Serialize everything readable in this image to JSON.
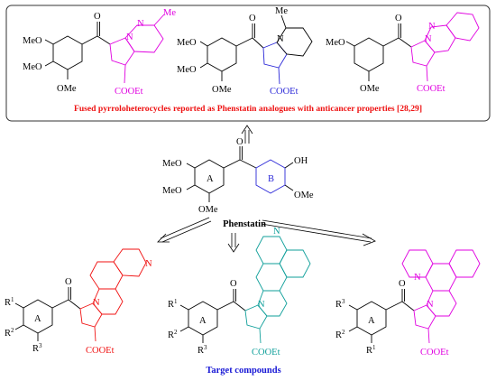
{
  "colors": {
    "magenta": "#e000e0",
    "blue": "#2a27d8",
    "red": "#f01212",
    "teal": "#0f9f9a",
    "caption_red": "#ee1111",
    "caption_blue": "#1a1ad6"
  },
  "top_box": {
    "caption": "Fused pyrroloheterocycles reported as Phenstatin analogues with anticancer properties [28,29]",
    "compound1": {
      "ome1": "MeO",
      "ome2": "MeO",
      "ome3": "OMe",
      "o": "O",
      "n": "N",
      "n2": "N",
      "me": "Me",
      "ester": "COOEt"
    },
    "compound2": {
      "ome1": "MeO",
      "ome2": "MeO",
      "ome3": "OMe",
      "o": "O",
      "n": "N",
      "me": "Me",
      "ester": "COOEt"
    },
    "compound3": {
      "ome1": "MeO",
      "ome2": "OMe",
      "o": "O",
      "n": "N",
      "n2": "N",
      "ester": "COOEt"
    }
  },
  "phenstatin": {
    "name": "Phenstatin",
    "ome1": "MeO",
    "ome2": "MeO",
    "ome3": "OMe",
    "ome4": "OMe",
    "oh": "OH",
    "o": "O",
    "ring_a": "A",
    "ring_b": "B"
  },
  "targets": {
    "caption": "Target compounds",
    "t1": {
      "r1": "R",
      "r1_sub": "1",
      "r2": "R",
      "r2_sub": "2",
      "r3": "R",
      "r3_sub": "3",
      "ring": "A",
      "o": "O",
      "n1": "N",
      "n2": "N",
      "ester": "COOEt"
    },
    "t2": {
      "r1": "R",
      "r1_sub": "1",
      "r2": "R",
      "r2_sub": "2",
      "r3": "R",
      "r3_sub": "3",
      "ring": "A",
      "o": "O",
      "n1": "N",
      "n2": "N",
      "ester": "COOEt"
    },
    "t3": {
      "r1": "R",
      "r1_sub": "1",
      "r2": "R",
      "r2_sub": "2",
      "r3": "R",
      "r3_sub": "3",
      "ring": "A",
      "o": "O",
      "n1": "N",
      "n2": "N",
      "ester": "COOEt"
    }
  }
}
